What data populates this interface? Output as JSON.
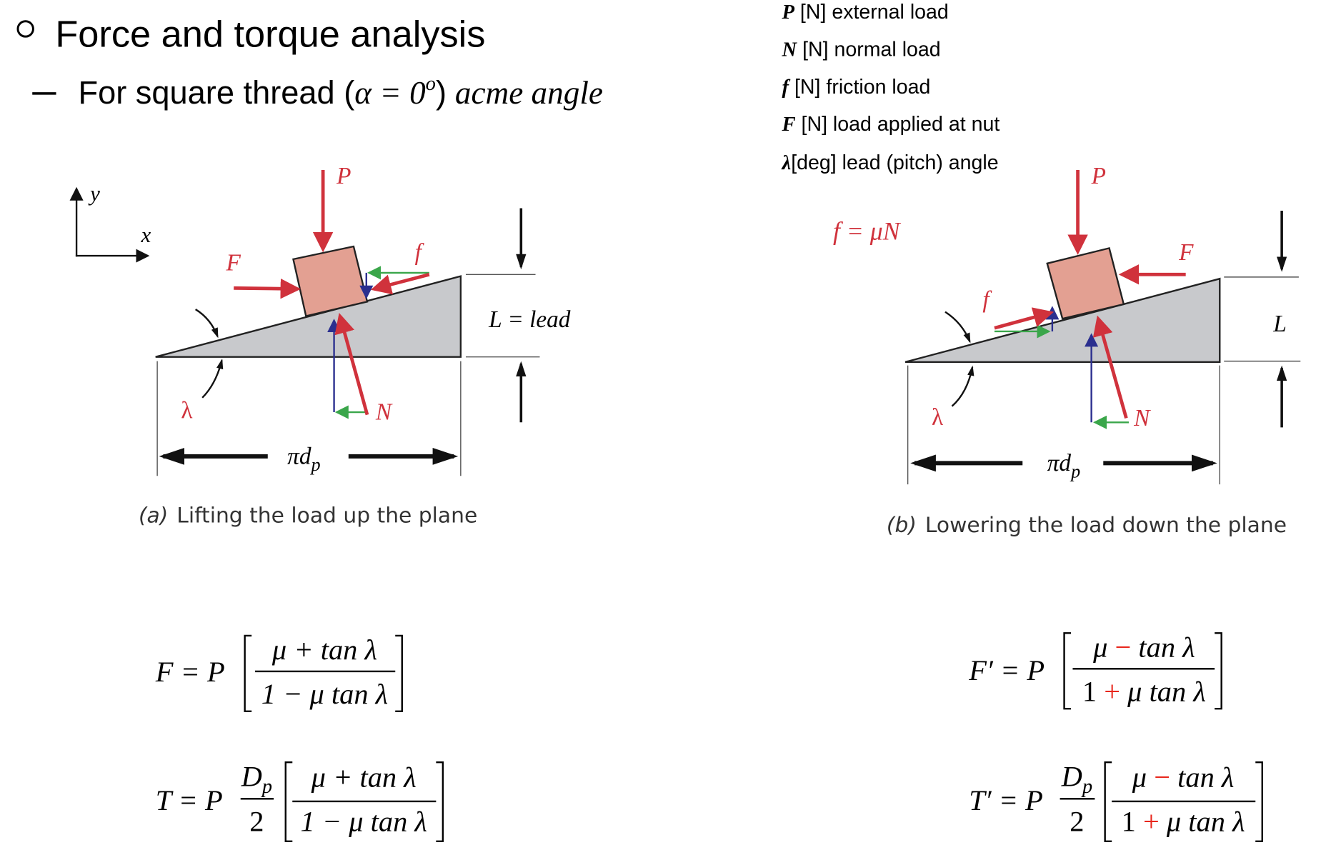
{
  "header": {
    "title": "Force and torque analysis",
    "subtitle_prefix": "For square thread (",
    "subtitle_alpha": "α = 0",
    "subtitle_degree": "o",
    "subtitle_suffix": ")",
    "subtitle_italic": "acme angle"
  },
  "legend": [
    {
      "symbol": "P",
      "text": " [N] external load"
    },
    {
      "symbol": "N",
      "text": " [N] normal load"
    },
    {
      "symbol": "f",
      "text": " [N] friction load"
    },
    {
      "symbol": "F",
      "text": " [N] load applied at nut"
    },
    {
      "symbol": "λ",
      "text": "[deg] lead (pitch) angle"
    }
  ],
  "figure_a": {
    "axis_y": "y",
    "axis_x": "x",
    "P": "P",
    "F": "F",
    "f": "f",
    "N": "N",
    "lambda": "λ",
    "pi_d": "πd",
    "sub_p": "p",
    "lead_label": "L = lead",
    "caption_tag": "(a)",
    "caption": "Lifting the load up the plane"
  },
  "figure_b": {
    "friction_eq": "f = μN",
    "P": "P",
    "F": "F",
    "f": "f",
    "N": "N",
    "lambda": "λ",
    "pi_d": "πd",
    "sub_p": "p",
    "lead_label": "L",
    "caption_tag": "(b)",
    "caption": "Lowering the load down the plane"
  },
  "equations": {
    "F_lhs": "F = P",
    "F_num": "μ + tan λ",
    "F_den": "1 − μ tan λ",
    "T_lhs": "T = P",
    "Dp": "D",
    "Dp_sub": "p",
    "two": "2",
    "T_num": "μ + tan λ",
    "T_den": "1 − μ tan λ",
    "Fp_lhs": "F′ = P",
    "Tp_lhs": "T′ = P",
    "mu": "μ",
    "minus": " − ",
    "plus": " + ",
    "tan": "tan λ",
    "one": "1",
    "mutan": "μ tan λ"
  },
  "colors": {
    "red": "#d0323c",
    "blue": "#2b2f8f",
    "green": "#3aa64a",
    "block": "#e3a092",
    "plane": "#c8c9cc",
    "highlight": "#e8261c"
  }
}
